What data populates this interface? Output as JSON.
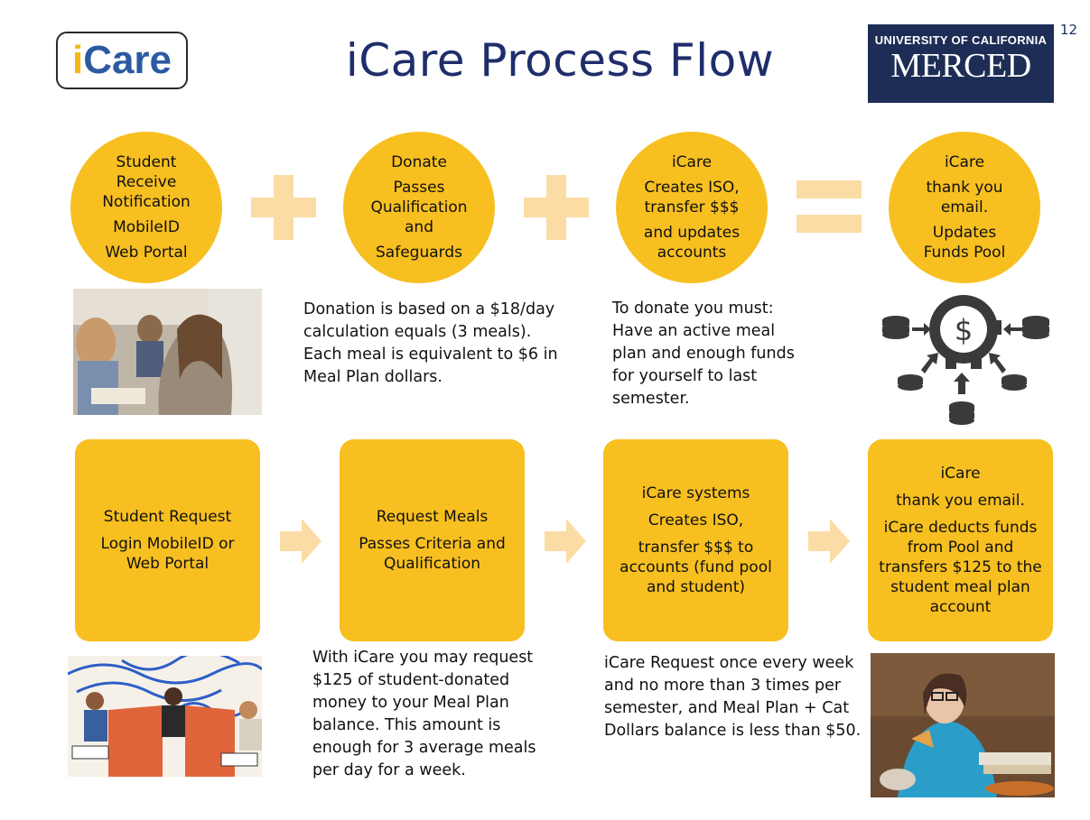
{
  "slide_number": "12",
  "title": "iCare Process Flow",
  "logo": {
    "i": "i",
    "rest": "Care"
  },
  "university_logo": {
    "line1": "UNIVERSITY OF CALIFORNIA",
    "line2": "MERCED"
  },
  "donate_flow": {
    "steps": [
      {
        "lines": [
          "Student Receive Notification",
          "MobileID",
          "Web Portal"
        ]
      },
      {
        "lines": [
          "Donate",
          "Passes Qualification and",
          "Safeguards"
        ]
      },
      {
        "lines": [
          "iCare",
          "Creates ISO, transfer $$$",
          "and updates accounts"
        ]
      },
      {
        "lines": [
          "iCare",
          "thank you email.",
          "Updates Funds Pool"
        ]
      }
    ],
    "note_1": "Donation is based on a $18/day calculation equals (3 meals). Each meal is equivalent to $6 in Meal Plan dollars.",
    "note_2": "To donate you must: Have an active meal plan and enough funds for yourself to last semester."
  },
  "request_flow": {
    "steps": [
      {
        "lines": [
          "Student Request",
          "Login MobileID or Web Portal"
        ]
      },
      {
        "lines": [
          "Request Meals",
          "Passes Criteria and Qualification"
        ]
      },
      {
        "lines": [
          "iCare systems",
          "Creates ISO,",
          "transfer $$$ to accounts (fund pool and student)"
        ]
      },
      {
        "lines": [
          "iCare",
          "thank you email.",
          "iCare deducts funds from Pool and transfers $125 to the student meal plan account"
        ]
      }
    ],
    "note_1": "With iCare you may request $125 of student-donated money to your Meal Plan balance. This amount is enough for 3 average meals per day for a week.",
    "note_2": "iCare Request once every week and no more than 3 times per semester, and Meal Plan + Cat Dollars balance is less than $50."
  },
  "colors": {
    "accent": "#f7bf20",
    "operator": "#fbdca5",
    "title": "#1f2d6b",
    "navy": "#1d2d55"
  },
  "icons": [
    "plus-icon",
    "equals-icon",
    "arrow-right-icon",
    "money-pool-icon"
  ]
}
